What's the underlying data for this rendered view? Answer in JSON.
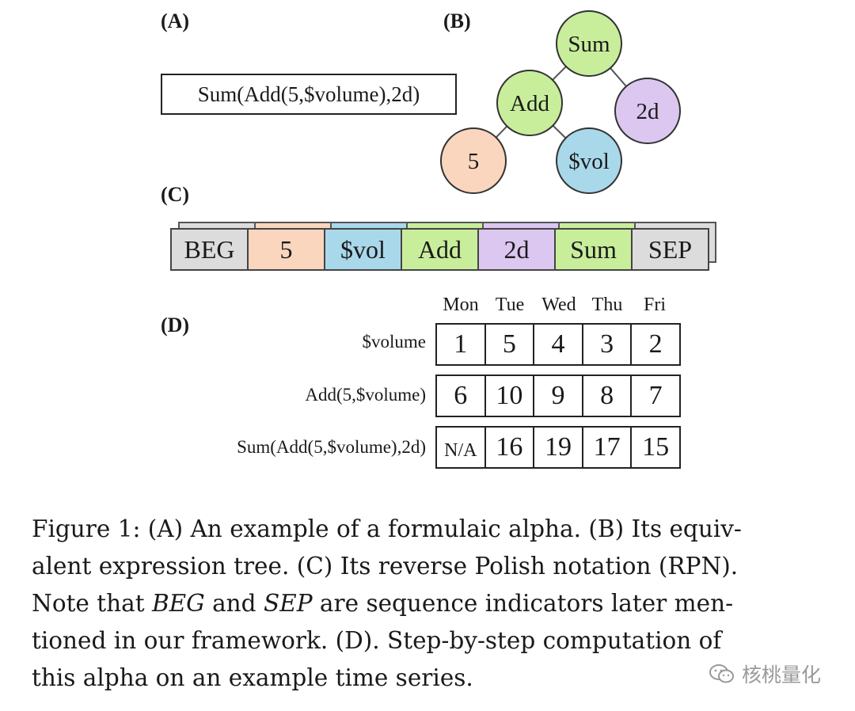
{
  "panels": {
    "a": "(A)",
    "b": "(B)",
    "c": "(C)",
    "d": "(D)"
  },
  "formula": "Sum(Add(5,$volume),2d)",
  "tree": {
    "nodes": [
      {
        "id": "sum",
        "label": "Sum",
        "color": "#c8ee9c"
      },
      {
        "id": "add",
        "label": "Add",
        "color": "#c8ee9c"
      },
      {
        "id": "2d",
        "label": "2d",
        "color": "#dcc7f0"
      },
      {
        "id": "5",
        "label": "5",
        "color": "#f9d6bd"
      },
      {
        "id": "vol",
        "label": "$vol",
        "color": "#a9d8ea"
      }
    ],
    "edges": [
      [
        "sum",
        "add"
      ],
      [
        "sum",
        "2d"
      ],
      [
        "add",
        "5"
      ],
      [
        "add",
        "vol"
      ]
    ]
  },
  "rpn": [
    {
      "label": "BEG",
      "color": "#dcdcdc"
    },
    {
      "label": "5",
      "color": "#f9d6bd"
    },
    {
      "label": "$vol",
      "color": "#a9d8ea"
    },
    {
      "label": "Add",
      "color": "#c8ee9c"
    },
    {
      "label": "2d",
      "color": "#dcc7f0"
    },
    {
      "label": "Sum",
      "color": "#c8ee9c"
    },
    {
      "label": "SEP",
      "color": "#dcdcdc"
    }
  ],
  "table": {
    "days": [
      "Mon",
      "Tue",
      "Wed",
      "Thu",
      "Fri"
    ],
    "rows": [
      {
        "label": "$volume",
        "values": [
          "1",
          "5",
          "4",
          "3",
          "2"
        ]
      },
      {
        "label": "Add(5,$volume)",
        "values": [
          "6",
          "10",
          "9",
          "8",
          "7"
        ]
      },
      {
        "label": "Sum(Add(5,$volume),2d)",
        "values": [
          "N/A",
          "16",
          "19",
          "17",
          "15"
        ]
      }
    ]
  },
  "caption": {
    "line1": "Figure 1: (A) An example of a formulaic alpha. (B) Its equiv-",
    "line2": "alent expression tree. (C) Its reverse Polish notation (RPN).",
    "line3_a": "Note that ",
    "line3_beg": "BEG",
    "line3_b": " and ",
    "line3_sep": "SEP",
    "line3_c": " are sequence indicators later men-",
    "line4": "tioned in our framework. (D). Step-by-step computation of",
    "line5": "this alpha on an example time series."
  },
  "watermark": "核桃量化"
}
